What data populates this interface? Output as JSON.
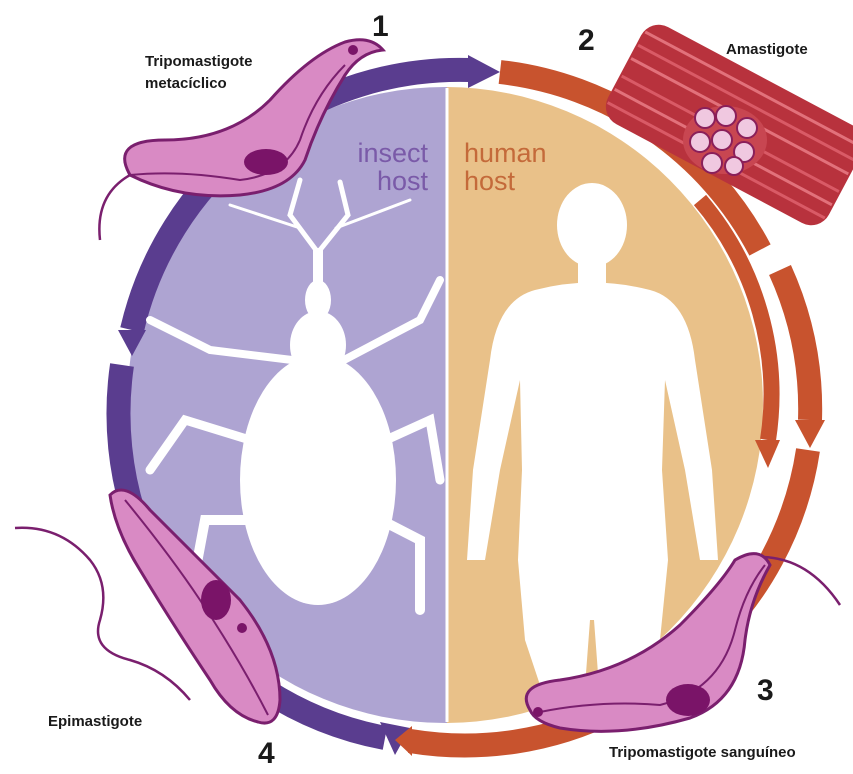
{
  "diagram": {
    "steps": [
      "1",
      "2",
      "3",
      "4"
    ],
    "labels": {
      "tripo_metaciclico_line1": "Tripomastigote",
      "tripo_metaciclico_line2": "metacíclico",
      "amastigote": "Amastigote",
      "tripo_sanguineo": "Tripomastigote sanguíneo",
      "epimastigote": "Epimastigote"
    },
    "hosts": {
      "insect": [
        "insect",
        "host"
      ],
      "human": [
        "human",
        "host"
      ]
    },
    "colors": {
      "insect_ring": "#5a3d8f",
      "insect_fill": "#aea4d2",
      "insect_text": "#7a5aa8",
      "human_ring": "#c8532e",
      "human_fill": "#e9c189",
      "human_text": "#c46a3a",
      "parasite_body": "#d98ac4",
      "parasite_outline": "#7a1f6e",
      "nucleus": "#7a1468",
      "muscle": "#b8323d"
    }
  }
}
